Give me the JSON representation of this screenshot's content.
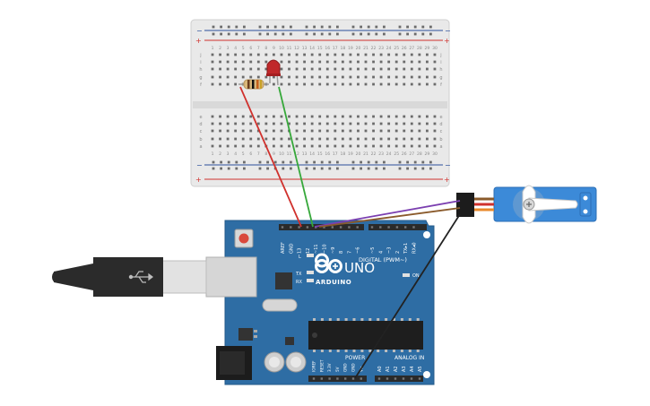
{
  "breadboard": {
    "rows_top": [
      "j",
      "i",
      "h",
      "g",
      "f"
    ],
    "rows_bottom": [
      "e",
      "d",
      "c",
      "b",
      "a"
    ],
    "columns": [
      "1",
      "2",
      "3",
      "4",
      "5",
      "6",
      "7",
      "8",
      "9",
      "10",
      "11",
      "12",
      "13",
      "14",
      "15",
      "16",
      "17",
      "18",
      "19",
      "20",
      "21",
      "22",
      "23",
      "24",
      "25",
      "26",
      "27",
      "28",
      "29",
      "30"
    ],
    "rail_plus": "+",
    "rail_minus": "−"
  },
  "arduino": {
    "brand": "ARDUINO",
    "model": "UNO",
    "digital_header_label": "DIGITAL (PWM~)",
    "top_pin_labels": [
      "AREF",
      "GND",
      "13",
      "12",
      "~11",
      "~10",
      "~9",
      "8",
      "7",
      "~6",
      "~5",
      "4",
      "~3",
      "2",
      "TX▸1",
      "RX◂0"
    ],
    "led_labels": [
      "L",
      "TX",
      "RX"
    ],
    "on_label": "ON",
    "power_label": "POWER",
    "analog_label": "ANALOG IN",
    "power_pins": [
      "IOREF",
      "RESET",
      "3.3V",
      "5V",
      "GND",
      "GND",
      "Vin"
    ],
    "analog_pins": [
      "A0",
      "A1",
      "A2",
      "A3",
      "A4",
      "A5"
    ]
  },
  "wires": [
    {
      "name": "red-wire",
      "color": "#d0312d"
    },
    {
      "name": "green-wire",
      "color": "#36a83a"
    },
    {
      "name": "purple-wire",
      "color": "#7b3fb0"
    },
    {
      "name": "brown-wire",
      "color": "#8a5a2b"
    },
    {
      "name": "black-wire",
      "color": "#222222"
    }
  ],
  "colors": {
    "board": "#2e6da4",
    "breadboard": "#e8e8e8",
    "servo": "#3c8ad8",
    "led": "#c0282a"
  }
}
